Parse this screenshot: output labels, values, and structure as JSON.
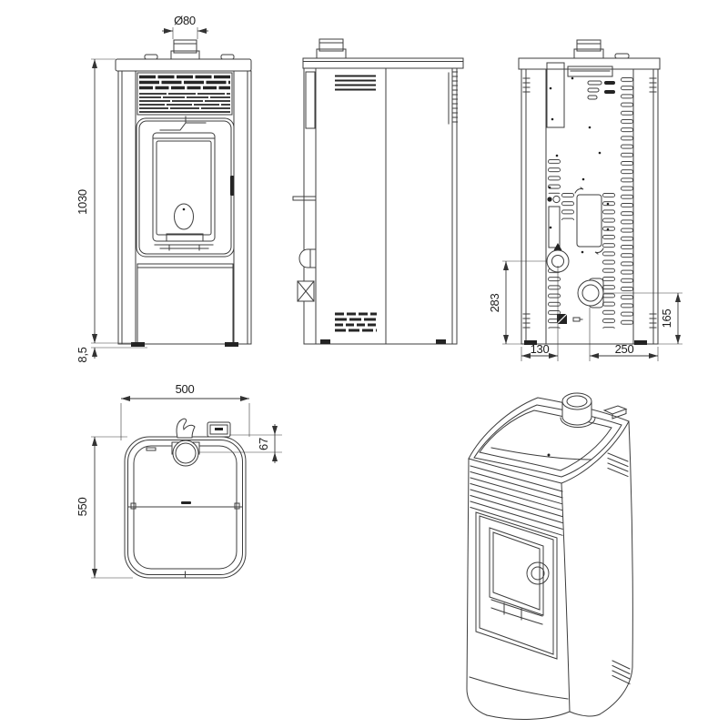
{
  "palette": {
    "background": "#ffffff",
    "line": "#3d3d3d",
    "dark_fill": "#232323",
    "text": "#1c1c1c"
  },
  "drawing": {
    "subject": "pellet-stove-dimensional-drawing",
    "views": {
      "front": "front-view",
      "side": "side-view",
      "back": "back-view",
      "top": "top-view",
      "perspective": "perspective-view"
    }
  },
  "dimensions": {
    "flue_diameter": "Ø80",
    "overall_height": "1030",
    "base_height": "8,5",
    "exhaust_height": "283",
    "exhaust_offset_x": "130",
    "inlet_offset_x": "250",
    "inlet_height": "165",
    "width": "500",
    "depth": "550",
    "flue_center_offset": "67"
  }
}
